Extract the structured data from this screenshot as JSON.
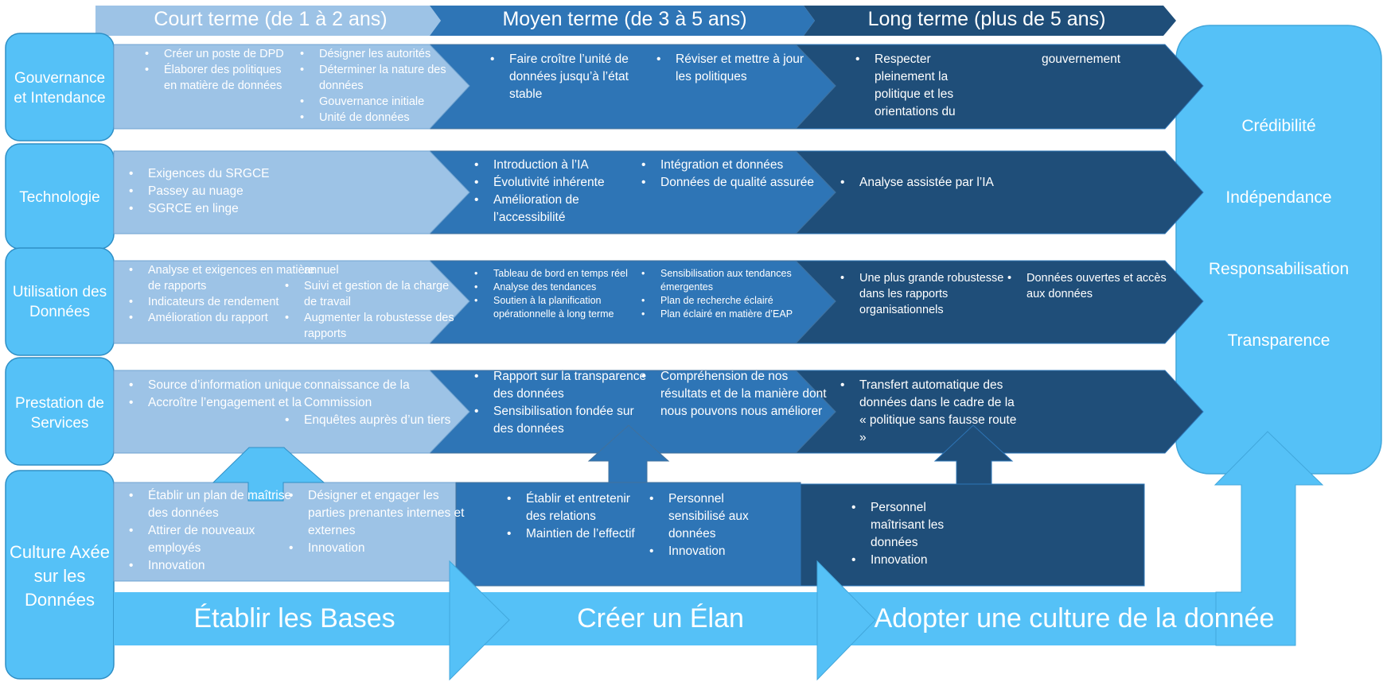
{
  "header": {
    "court": "Court terme (de 1 à 2 ans)",
    "moyen": "Moyen terme (de 3 à 5 ans)",
    "long": "Long terme (plus de 5 ans)"
  },
  "categories": {
    "gouvernance": "Gouvernance et Intendance",
    "technologie": "Technologie",
    "utilisation": "Utilisation des Données",
    "prestation": "Prestation de Services",
    "culture": "Culture Axée sur les Données"
  },
  "pillars": [
    "Crédibilité",
    "Indépendance",
    "Responsabilisation",
    "Transparence"
  ],
  "banners": {
    "bases": "Établir les Bases",
    "elan": "Créer un Élan",
    "adopter": "Adopter une culture de la donnée"
  },
  "rows": {
    "gouvernance": {
      "court_a": [
        "Créer un poste de DPD",
        "Élaborer des politiques en matière de données"
      ],
      "court_b": [
        "Désigner les autorités",
        "Déterminer la nature des données",
        "Gouvernance initiale",
        "Unité de données"
      ],
      "moyen_a": [
        "Faire croître l’unité de données jusqu’à l’état stable"
      ],
      "moyen_b": [
        "Réviser et mettre à jour les politiques"
      ],
      "long_a": [
        "Respecter pleinement la politique et les orientations du"
      ],
      "long_b_cont": "gouvernement"
    },
    "technologie": {
      "court_a": [
        "Exigences du SRGCE",
        "Passey au nuage",
        "SGRCE en linge"
      ],
      "moyen_a": [
        "Introduction à l’IA",
        "Évolutivité inhérente",
        "Amélioration de l’accessibilité"
      ],
      "moyen_b": [
        "Intégration et données",
        "Données de qualité assurée"
      ],
      "long_a": [
        "Analyse assistée par l’IA"
      ]
    },
    "utilisation": {
      "court_a": [
        "Analyse et exigences en matière de rapports",
        "Indicateurs de rendement",
        "Amélioration du rapport"
      ],
      "court_b_cont": "annuel",
      "court_b": [
        "Suivi et gestion de la charge de travail",
        "Augmenter la robustesse des rapports"
      ],
      "moyen_a": [
        "Tableau de bord en temps réel",
        "Analyse des tendances",
        "Soutien à la planification opérationnelle à long terme"
      ],
      "moyen_b": [
        "Sensibilisation aux tendances émergentes",
        "Plan de recherche éclairé",
        "Plan éclairé en matière d’EAP"
      ],
      "long_a": [
        "Une plus grande robustesse dans les rapports organisationnels"
      ],
      "long_b": [
        "Données ouvertes et accès aux données"
      ]
    },
    "prestation": {
      "court_a": [
        "Source d’information unique",
        "Accroître l’engagement et la"
      ],
      "court_b_cont": "connaissance de la Commission",
      "court_b": [
        "Enquêtes auprès d’un tiers"
      ],
      "moyen_a": [
        "Rapport sur la transparence des données",
        "Sensibilisation fondée sur des données"
      ],
      "moyen_b": [
        "Compréhension de nos résultats et de la manière dont nous pouvons nous améliorer"
      ],
      "long_a": [
        "Transfert automatique des données dans le cadre de la « politique sans fausse route »"
      ]
    },
    "culture": {
      "court_a": [
        "Établir un plan de maîtrise des données",
        "Attirer de nouveaux employés",
        "Innovation"
      ],
      "court_b": [
        "Désigner et engager les parties prenantes internes et externes",
        "Innovation"
      ],
      "moyen_a": [
        "Établir et entretenir des relations",
        "Maintien de l’effectif"
      ],
      "moyen_b": [
        "Personnel sensibilisé aux données",
        "Innovation"
      ],
      "long_a": [
        "Personnel maîtrisant les données",
        "Innovation"
      ]
    }
  },
  "colors": {
    "light_blue": "#9dc3e6",
    "mid_blue": "#2e75b6",
    "dark_blue": "#1f4e79",
    "cyan": "#55c1f7",
    "header_light": "#9dc3e6",
    "border": "#41719c"
  }
}
